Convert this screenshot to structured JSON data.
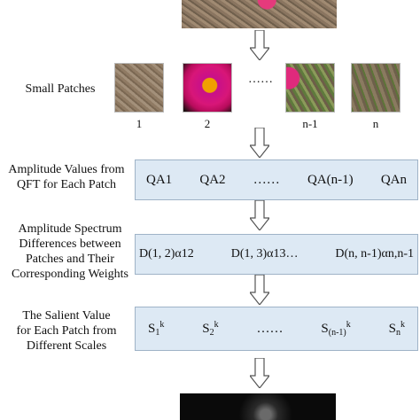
{
  "patches_label": "Small Patches",
  "patch_numbers": [
    "1",
    "2",
    "n-1",
    "n"
  ],
  "ellipsis": "……",
  "rows": [
    {
      "label_lines": [
        "Amplitude Values from",
        "QFT for Each Patch"
      ],
      "items": [
        "QA1",
        "QA2",
        "……",
        "QA(n-1)",
        "QAn"
      ]
    },
    {
      "label_lines": [
        "Amplitude Spectrum",
        "Differences between",
        "Patches  and Their",
        "Corresponding Weights"
      ],
      "items": [
        "D(1, 2)α12",
        "D(1, 3)α13…",
        "D(n, n-1)αn,n-1"
      ]
    },
    {
      "label_lines": [
        "The Salient Value",
        "for Each Patch from",
        "Different Scales"
      ],
      "salient": [
        {
          "base": "S",
          "sub": "1",
          "sup": "k"
        },
        {
          "base": "S",
          "sub": "2",
          "sup": "k"
        },
        {
          "text": "……"
        },
        {
          "base": "S",
          "sub": "(n-1)",
          "sup": "k"
        },
        {
          "base": "S",
          "sub": "n",
          "sup": "k"
        }
      ]
    }
  ],
  "colors": {
    "box_fill": "#dde9f4",
    "box_border": "#9fb3c7",
    "arrow_fill": "#ffffff",
    "arrow_stroke": "#555555"
  }
}
